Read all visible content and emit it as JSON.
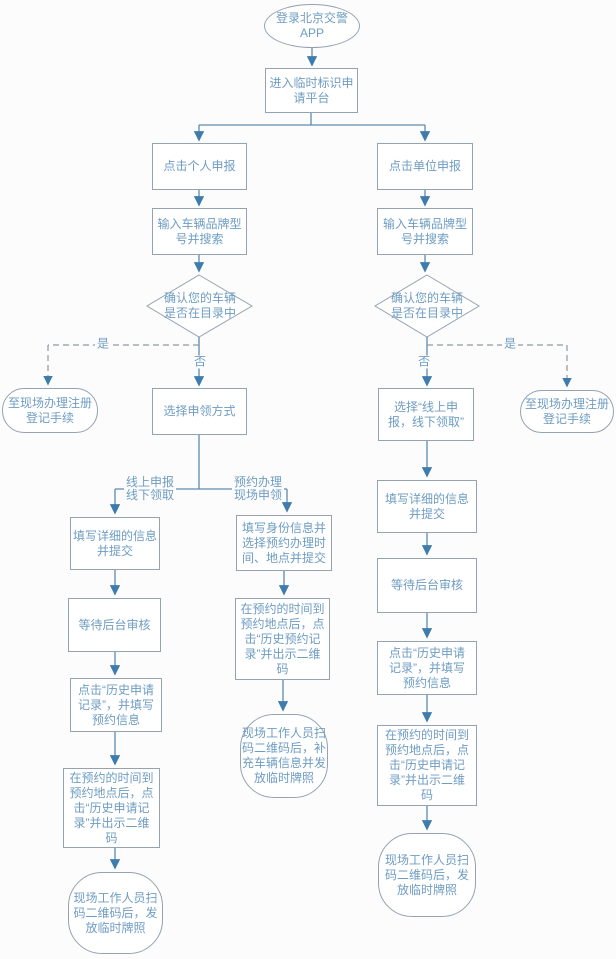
{
  "colors": {
    "background": "#fcfcfc",
    "line": "#5f8bb0",
    "dash": "#8c99a6",
    "arrow": "#3e7cae",
    "border": "#95a2b0",
    "text": "#6e9cc2",
    "nodebg": "#ffffff"
  },
  "nodes": {
    "start": {
      "label": "登录北京交警\nAPP"
    },
    "platform": {
      "label": "进入临时标识申\n请平台"
    },
    "personal": {
      "label": "点击个人申报"
    },
    "unit": {
      "label": "点击单位申报"
    },
    "search_left": {
      "label": "输入车辆品牌型\n号并搜索"
    },
    "search_right": {
      "label": "输入车辆品牌型\n号并搜索"
    },
    "check_left": {
      "label": "确认您的车辆\n是否在目录中"
    },
    "check_right": {
      "label": "确认您的车辆\n是否在目录中"
    },
    "register_left": {
      "label": "至现场办理注册\n登记手续"
    },
    "register_right": {
      "label": "至现场办理注册\n登记手续"
    },
    "choose_method": {
      "label": "选择申领方式"
    },
    "choose_online": {
      "label": "选择“线上申\n报，线下领取”"
    },
    "fill_info_left": {
      "label": "填写详细的信息\n并提交"
    },
    "fill_identity_mid": {
      "label": "填写身份信息并\n选择预约办理时\n间、地点并提交"
    },
    "wait_left": {
      "label": "等待后台审核"
    },
    "appt_left": {
      "label": "点击“历史申请\n记录”，并填写\n预约信息"
    },
    "qr_left": {
      "label": "在预约的时间到\n预约地点后，点\n击“历史申请记\n录”并出示二维\n码"
    },
    "issue_left": {
      "label": "现场工作人员扫\n码二维码后，发\n放临时牌照"
    },
    "qr_mid": {
      "label": "在预约的时间到\n预约地点后，点\n击“历史预约记\n录”并出示二维\n码"
    },
    "issue_mid": {
      "label": "现场工作人员扫\n码二维码后，补\n充车辆信息并发\n放临时牌照"
    },
    "fill_info_right": {
      "label": "填写详细的信息\n并提交"
    },
    "wait_right": {
      "label": "等待后台审核"
    },
    "appt_right": {
      "label": "点击“历史申请\n记录”，并填写\n预约信息"
    },
    "qr_right": {
      "label": "在预约的时间到\n预约地点后，点\n击“历史申请记\n录”并出示二维\n码"
    },
    "issue_right": {
      "label": "现场工作人员扫\n码二维码后，发\n放临时牌照"
    }
  },
  "edge_labels": {
    "yes_left": "是",
    "no_left": "否",
    "yes_right": "是",
    "no_right": "否",
    "online_offline": "线上申报\n线下领取",
    "reserve_onsite": "预约办理\n现场申领"
  }
}
